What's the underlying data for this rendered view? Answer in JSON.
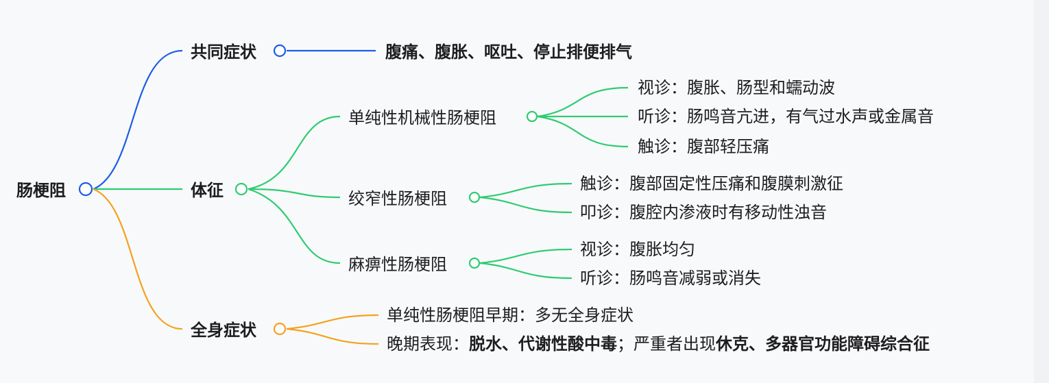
{
  "colors": {
    "root": "#1a5ce6",
    "blue": "#1a5ce6",
    "green": "#2ecc71",
    "orange": "#f5a11c"
  },
  "root": {
    "label": "肠梗阻"
  },
  "branches": [
    {
      "label": "共同症状",
      "children": [
        {
          "label": "腹痛、腹胀、呕吐、停止排便排气"
        }
      ]
    },
    {
      "label": "体征",
      "children": [
        {
          "label": "单纯性机械性肠梗阻",
          "children": [
            {
              "label": "视诊：腹胀、肠型和蠕动波"
            },
            {
              "label": "听诊：肠鸣音亢进，有气过水声或金属音"
            },
            {
              "label": "触诊：腹部轻压痛"
            }
          ]
        },
        {
          "label": "绞窄性肠梗阻",
          "children": [
            {
              "label": "触诊：腹部固定性压痛和腹膜刺激征"
            },
            {
              "label": "叩诊：腹腔内渗液时有移动性浊音"
            }
          ]
        },
        {
          "label": "麻痹性肠梗阻",
          "children": [
            {
              "label": "视诊：腹胀均匀"
            },
            {
              "label": "听诊：肠鸣音减弱或消失"
            }
          ]
        }
      ]
    },
    {
      "label": "全身症状",
      "children": [
        {
          "label": "单纯性肠梗阻早期：多无全身症状"
        },
        {
          "label_parts": {
            "p1": "晚期表现：",
            "p2": "脱水、代谢性酸中毒",
            "p3": "；严重者出现",
            "p4": "休克、多器官功能障碍综合征"
          }
        }
      ]
    }
  ]
}
